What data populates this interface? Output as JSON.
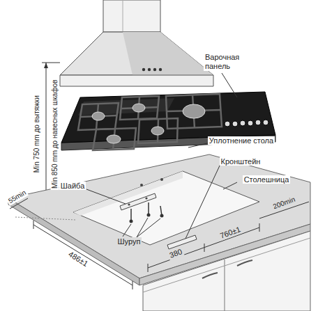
{
  "diagram": {
    "labels": [
      "Варочная панель",
      "Уплотнение стола",
      "Кронштейн",
      "Столешница",
      "Шайба",
      "Шуруп",
      "Min 750 mm до вытяжки",
      "Min 850 mm до навесных шкафов",
      "55min",
      "486±1",
      "380",
      "760±1",
      "200min"
    ]
  }
}
